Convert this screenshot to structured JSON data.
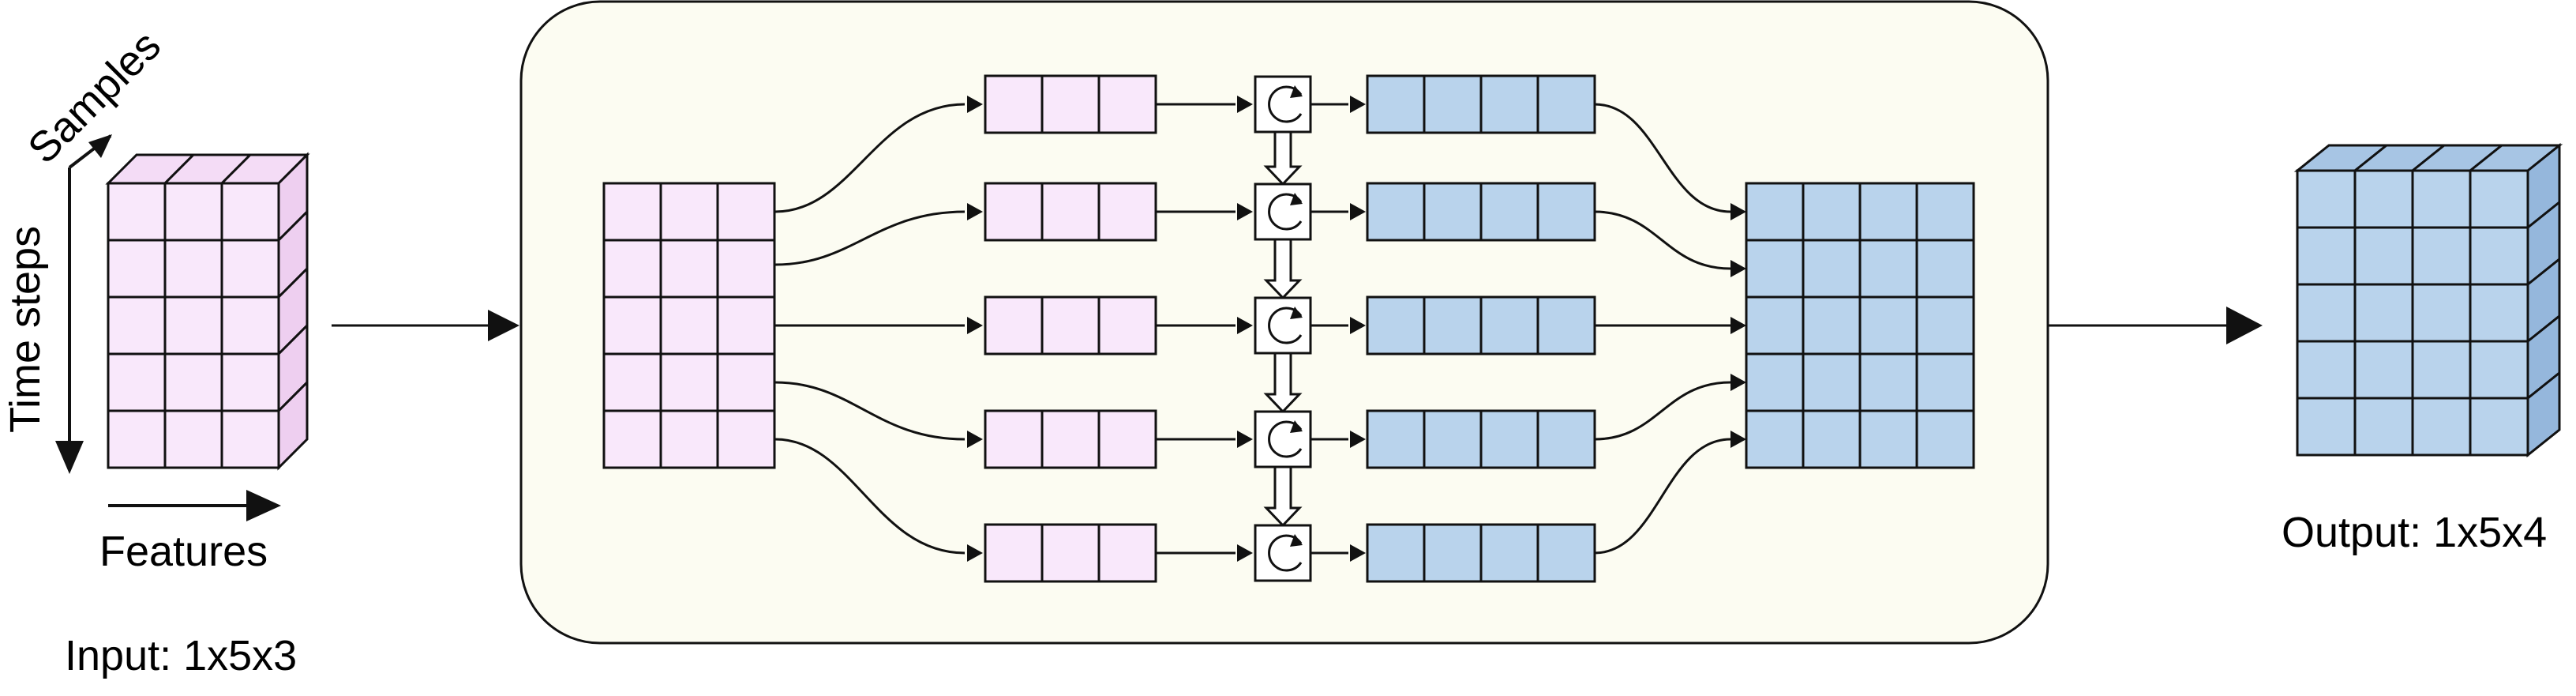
{
  "input": {
    "axis_samples": "Samples",
    "axis_time": "Time steps",
    "axis_features": "Features",
    "caption": "Input: 1x5x3"
  },
  "output": {
    "caption": "Output: 1x5x4"
  },
  "colors": {
    "input_fill": "#f9e8fb",
    "input_top": "#f4dcf6",
    "input_side": "#eecff0",
    "output_fill": "#b9d3ec",
    "output_top": "#a7c5e4",
    "output_side": "#95b7dc",
    "panel_fill": "#fcfcf2",
    "stroke": "#111111"
  },
  "icons": {
    "recurrent_cell": "recurrent-loop-icon",
    "arrow": "arrow-icon"
  },
  "structure": {
    "time_steps": 5,
    "input_features": 3,
    "output_features": 4
  }
}
